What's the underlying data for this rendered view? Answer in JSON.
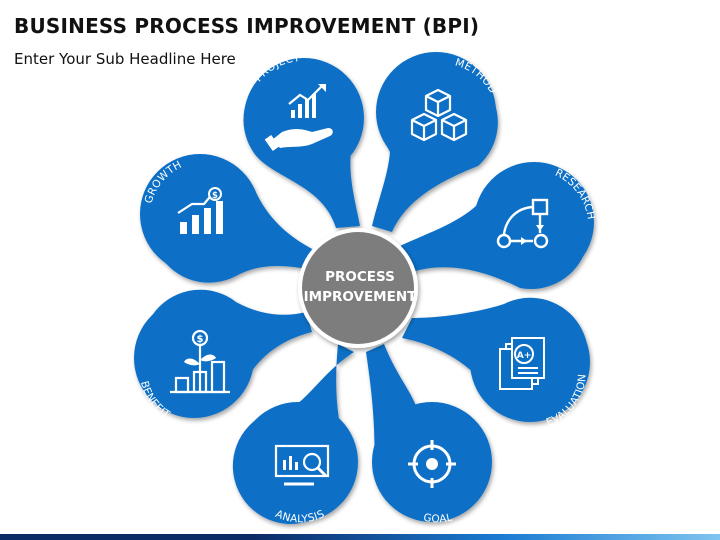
{
  "header": {
    "title": "BUSINESS PROCESS IMPROVEMENT (BPI)",
    "subtitle": "Enter Your Sub Headline Here"
  },
  "center": {
    "line1": "PROCESS",
    "line2": "IMPROVEMENT"
  },
  "petals": [
    {
      "label": "PROJECT",
      "icon": "hand-chart-icon"
    },
    {
      "label": "METHOD",
      "icon": "cubes-icon"
    },
    {
      "label": "RESEARCH",
      "icon": "flow-icon"
    },
    {
      "label": "EVALUATION",
      "icon": "grade-report-icon"
    },
    {
      "label": "GOAL",
      "icon": "target-icon"
    },
    {
      "label": "ANALYSIS",
      "icon": "monitor-magnifier-icon"
    },
    {
      "label": "BENEFIT",
      "icon": "money-plant-icon"
    },
    {
      "label": "GROWTH",
      "icon": "growth-bars-icon"
    }
  ],
  "colors": {
    "petal": "#0b6fc6",
    "center": "#7d7d7d",
    "footer_dark": "#0b2a66",
    "footer_light": "#7fc4f0"
  }
}
